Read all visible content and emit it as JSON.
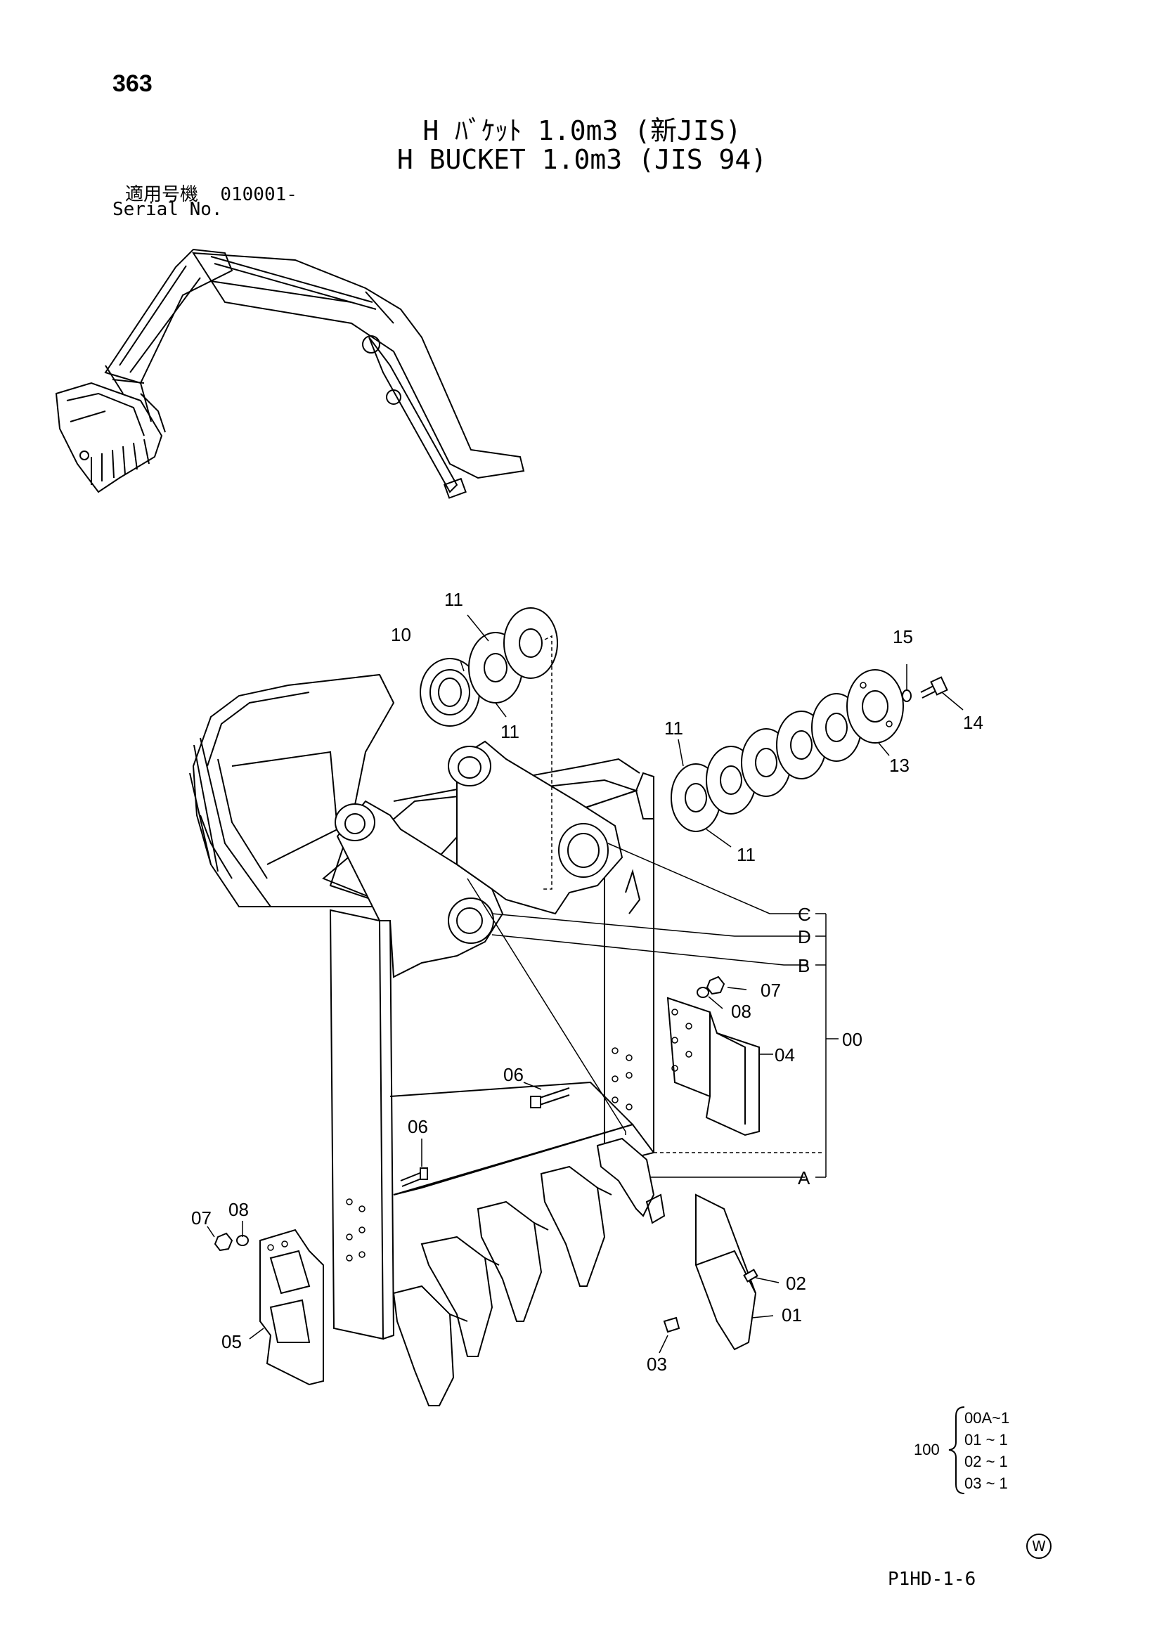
{
  "header": {
    "page_number": "363",
    "title_jp": "H ﾊﾞｹｯﾄ 1.0m3 (新JIS)",
    "title_en": "H BUCKET 1.0m3 (JIS 94)",
    "serial_label_jp": "適用号機",
    "serial_value": "010001-",
    "serial_label_en": "Serial No."
  },
  "callouts": [
    "11",
    "10",
    "11",
    "15",
    "14",
    "13",
    "11",
    "11",
    "C",
    "D",
    "B",
    "07",
    "08",
    "04",
    "00",
    "06",
    "06",
    "A",
    "08",
    "07",
    "02",
    "01",
    "05",
    "03"
  ],
  "quantity_group": {
    "label": "100",
    "rows": [
      "00A~1",
      "01 ~ 1",
      "02 ~ 1",
      "03 ~ 1"
    ]
  },
  "footer": {
    "watermark": "W",
    "code": "P1HD-1-6"
  }
}
